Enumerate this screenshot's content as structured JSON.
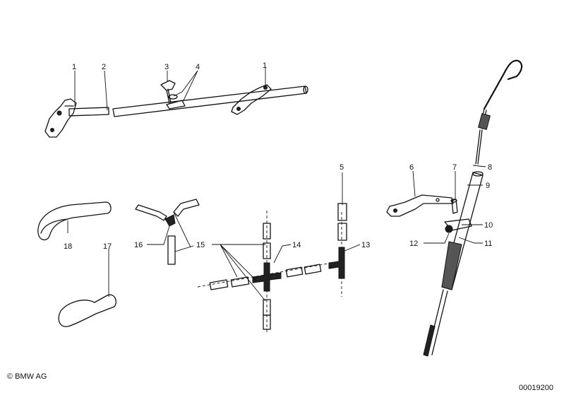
{
  "callouts": {
    "c1a": "1",
    "c2": "2",
    "c3": "3",
    "c4": "4",
    "c1b": "1",
    "c5": "5",
    "c6": "6",
    "c7": "7",
    "c8": "8",
    "c9": "9",
    "c10": "10",
    "c11": "11",
    "c12": "12",
    "c13": "13",
    "c14": "14",
    "c15": "15",
    "c16": "16",
    "c17": "17",
    "c18": "18"
  },
  "footer": {
    "copyright": "© BMW AG",
    "diagram_number": "00019200"
  }
}
